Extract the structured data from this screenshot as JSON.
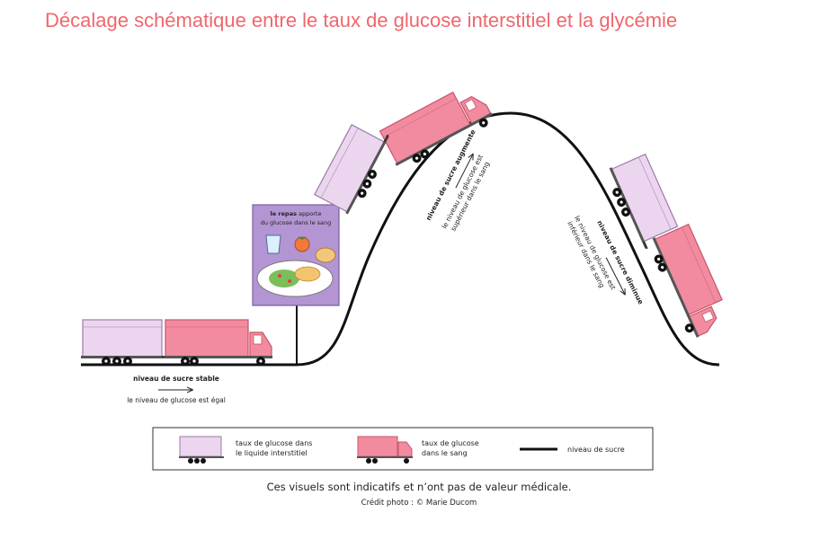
{
  "title": "Décalage schématique entre le taux de glucose interstitiel et la glycémie",
  "colors": {
    "title": "#f0666d",
    "blood_truck": "#f28ba0",
    "blood_truck_stroke": "#c95468",
    "interstitial_truck": "#ecd6ef",
    "interstitial_truck_stroke": "#9a7ba6",
    "meal_panel": "#b495d3",
    "curve": "#111111"
  },
  "meal": {
    "line1_bold": "le repas",
    "line1_rest": " apporte",
    "line2": "du glucose dans le sang"
  },
  "stable": {
    "label_bold": "niveau de sucre stable",
    "label": "le niveau de glucose est égal"
  },
  "rising": {
    "label_bold": "niveau de sucre augmente",
    "line1": "le niveau de glucose est",
    "line2": "supérieur dans le sang"
  },
  "falling": {
    "label_bold": "niveau de sucre diminue",
    "line1": "le niveau de glucose est",
    "line2": "inférieur dans le sang"
  },
  "legend": {
    "interstitial_line1": "taux de glucose dans",
    "interstitial_line2": "le liquide interstitiel",
    "blood_line1": "taux de glucose",
    "blood_line2": "dans le sang",
    "sugar_level": "niveau de sucre"
  },
  "disclaimer": "Ces visuels sont indicatifs et n’ont pas de valeur médicale.",
  "credit": "Crédit photo : © Marie Ducom"
}
